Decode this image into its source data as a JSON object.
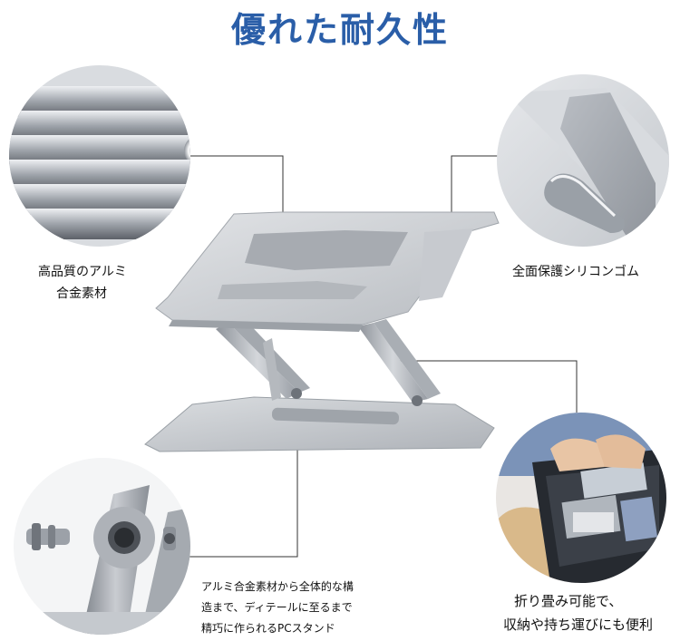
{
  "title": "優れた耐久性",
  "colors": {
    "title": "#2a5ea8",
    "aluminum": "#c8cbd0",
    "line": "#333333"
  },
  "callouts": {
    "top_left": {
      "lines": [
        "高品質のアルミ",
        "合金素材"
      ]
    },
    "top_right": {
      "lines": [
        "全面保護シリコンゴム"
      ]
    },
    "bottom_left": {
      "lines": [
        "アルミ合金素材から全体的な構",
        "造まで、ディテールに至るまで",
        "精巧に作られるPCスタンド"
      ]
    },
    "bottom_right": {
      "lines": [
        "折り畳み可能で、",
        "収納や持ち運びにも便利"
      ]
    }
  }
}
